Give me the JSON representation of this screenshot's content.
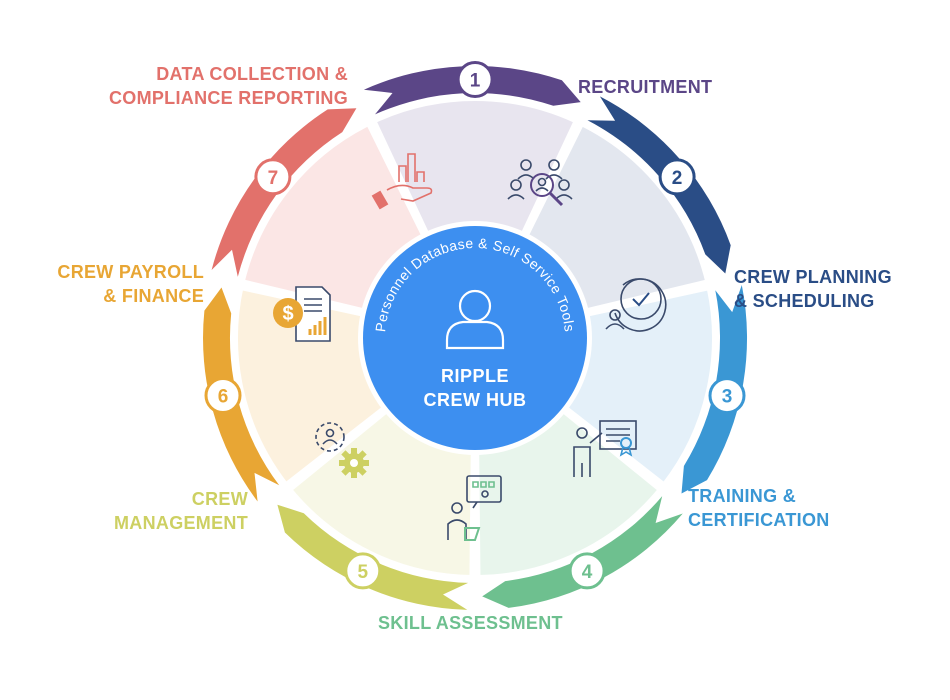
{
  "hub": {
    "title_line1": "RIPPLE",
    "title_line2": "CREW HUB",
    "arc_text": "Personnel Database & Self Service Tools",
    "icon": "person-icon"
  },
  "stages": [
    {
      "number": "1",
      "label_lines": [
        "RECRUITMENT"
      ],
      "color": "#5b4687",
      "fill": "#e8e5ef",
      "icon": "candidate-search-icon"
    },
    {
      "number": "2",
      "label_lines": [
        "CREW PLANNING",
        "& SCHEDULING"
      ],
      "color": "#2a4d86",
      "fill": "#e3e7ef",
      "icon": "clock-schedule-icon"
    },
    {
      "number": "3",
      "label_lines": [
        "TRAINING &",
        "CERTIFICATION"
      ],
      "color": "#3a97d4",
      "fill": "#e4f0f9",
      "icon": "certificate-presentation-icon"
    },
    {
      "number": "4",
      "label_lines": [
        "SKILL ASSESSMENT"
      ],
      "color": "#6ec08f",
      "fill": "#e8f5ec",
      "icon": "assessment-chat-icon"
    },
    {
      "number": "5",
      "label_lines": [
        "CREW",
        "MANAGEMENT"
      ],
      "color": "#cdd062",
      "fill": "#f7f7e6",
      "icon": "gears-person-icon"
    },
    {
      "number": "6",
      "label_lines": [
        "CREW PAYROLL",
        "& FINANCE"
      ],
      "color": "#e8a634",
      "fill": "#fcf1de",
      "icon": "dollar-document-icon"
    },
    {
      "number": "7",
      "label_lines": [
        "DATA COLLECTION &",
        "COMPLIANCE REPORTING"
      ],
      "color": "#e2716b",
      "fill": "#fbe6e5",
      "icon": "hand-chart-icon"
    }
  ],
  "colors": {
    "hub": "#3d8ff0",
    "hub_ring": "#ffffff",
    "icon_stroke": "#3a4a6b"
  }
}
